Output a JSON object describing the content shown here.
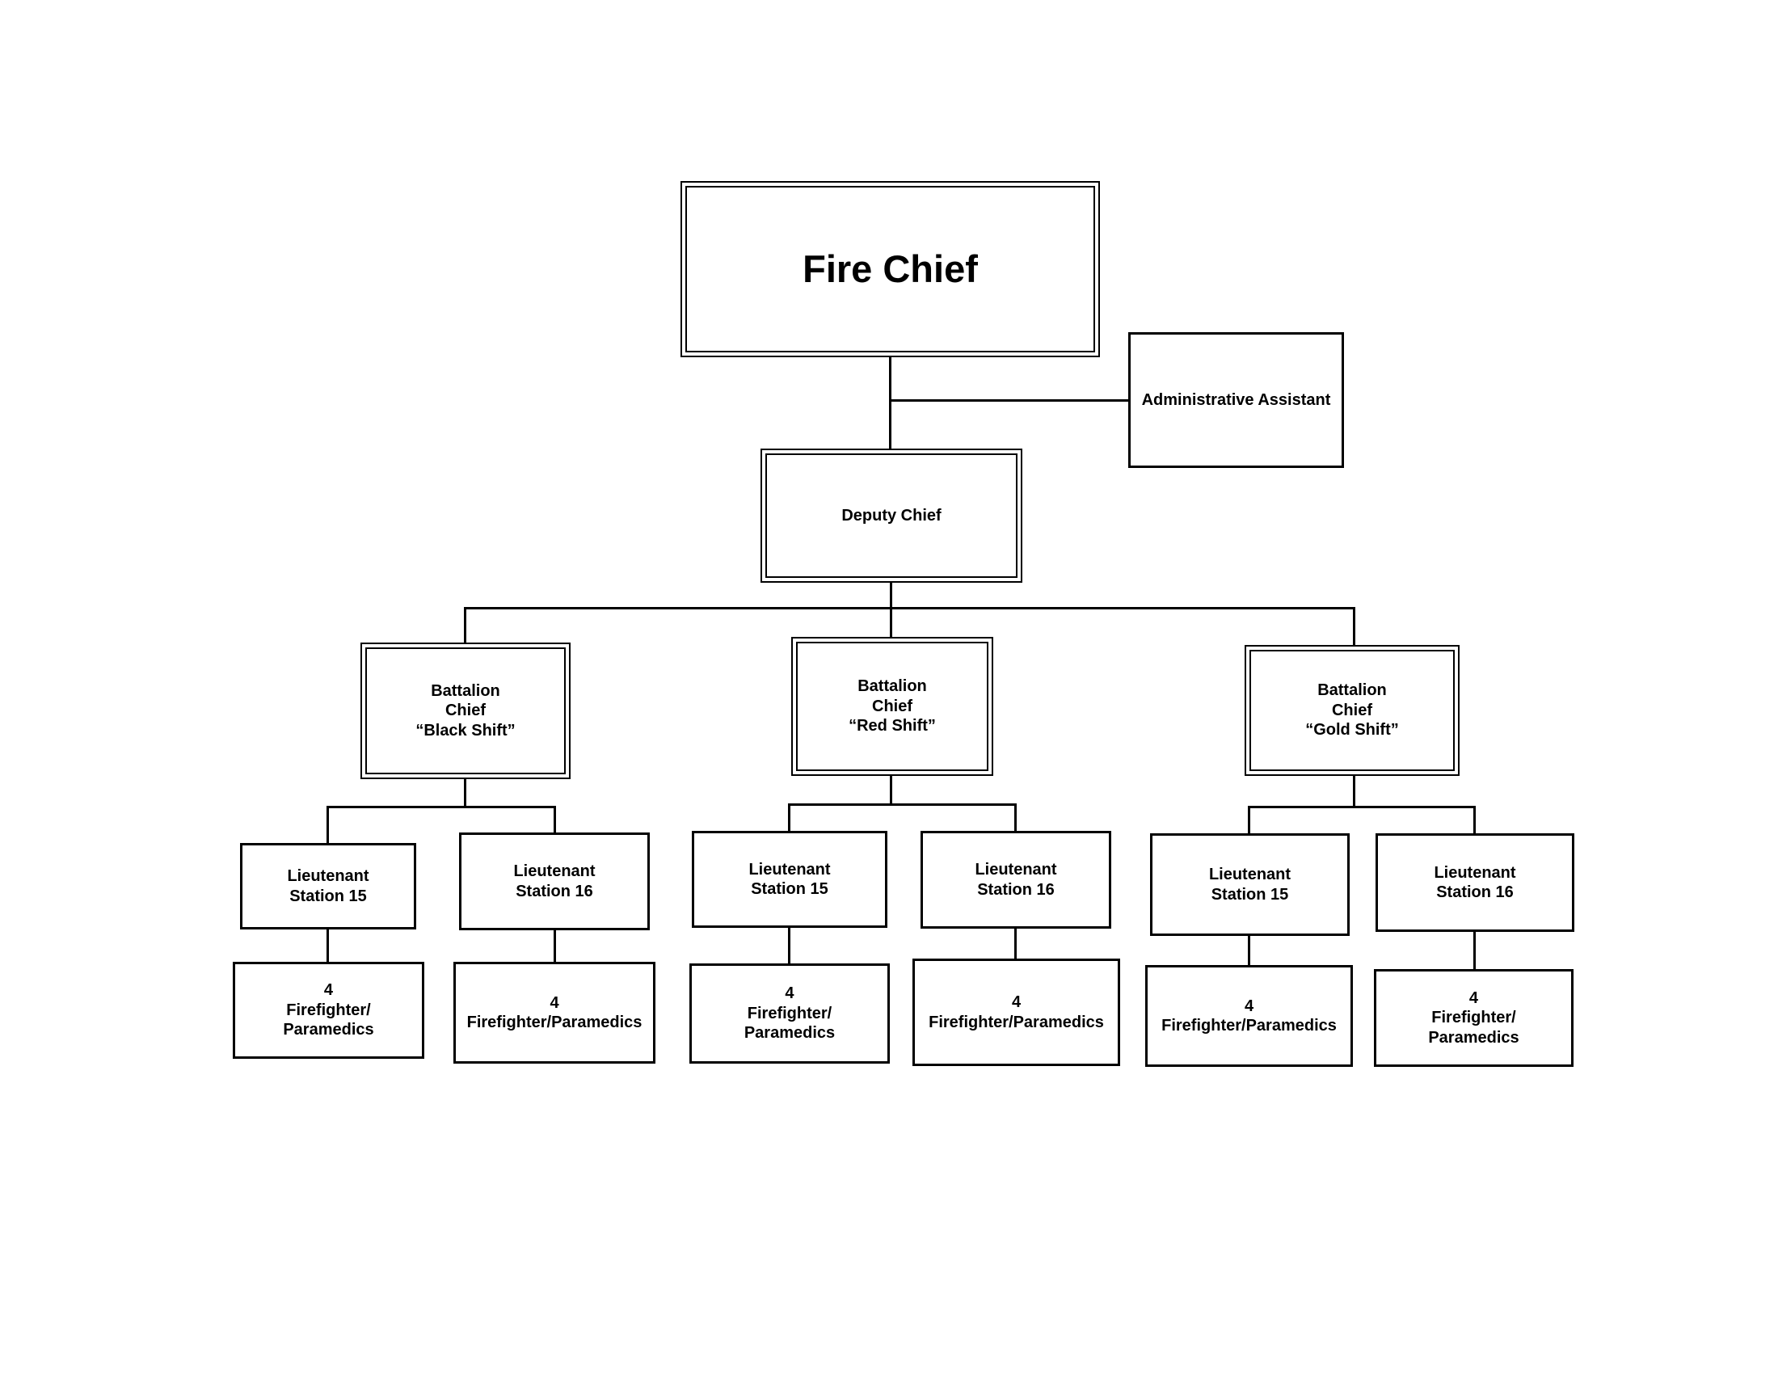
{
  "diagram": {
    "type": "org-chart",
    "colors": {
      "line": "#000000",
      "box_border": "#000000",
      "box_fill": "#ffffff",
      "text": "#000000",
      "background": "#ffffff"
    },
    "nodes": {
      "fire_chief": {
        "label": "Fire Chief"
      },
      "administrative_assistant": {
        "label": "Administrative Assistant"
      },
      "deputy_chief": {
        "label": "Deputy Chief"
      },
      "battalion_chief_black": {
        "label": "Battalion\nChief\n“Black Shift”"
      },
      "battalion_chief_red": {
        "label": "Battalion\nChief\n“Red Shift”"
      },
      "battalion_chief_gold": {
        "label": "Battalion\nChief\n“Gold Shift”"
      },
      "lt_black_station15": {
        "label": "Lieutenant\nStation 15"
      },
      "lt_black_station16": {
        "label": "Lieutenant\nStation 16"
      },
      "lt_red_station15": {
        "label": "Lieutenant\nStation 15"
      },
      "lt_red_station16": {
        "label": "Lieutenant\nStation 16"
      },
      "lt_gold_station15": {
        "label": "Lieutenant\nStation 15"
      },
      "lt_gold_station16": {
        "label": "Lieutenant\nStation 16"
      },
      "ff_black_station15": {
        "label": "4\nFirefighter/\nParamedics"
      },
      "ff_black_station16": {
        "label": "4\nFirefighter/Paramedics"
      },
      "ff_red_station15": {
        "label": "4\nFirefighter/\nParamedics"
      },
      "ff_red_station16": {
        "label": "4\nFirefighter/Paramedics"
      },
      "ff_gold_station15": {
        "label": "4\nFirefighter/Paramedics"
      },
      "ff_gold_station16": {
        "label": "4\nFirefighter/\nParamedics"
      }
    },
    "edges": [
      [
        "fire_chief",
        "administrative_assistant"
      ],
      [
        "fire_chief",
        "deputy_chief"
      ],
      [
        "deputy_chief",
        "battalion_chief_black"
      ],
      [
        "deputy_chief",
        "battalion_chief_red"
      ],
      [
        "deputy_chief",
        "battalion_chief_gold"
      ],
      [
        "battalion_chief_black",
        "lt_black_station15"
      ],
      [
        "battalion_chief_black",
        "lt_black_station16"
      ],
      [
        "battalion_chief_red",
        "lt_red_station15"
      ],
      [
        "battalion_chief_red",
        "lt_red_station16"
      ],
      [
        "battalion_chief_gold",
        "lt_gold_station15"
      ],
      [
        "battalion_chief_gold",
        "lt_gold_station16"
      ],
      [
        "lt_black_station15",
        "ff_black_station15"
      ],
      [
        "lt_black_station16",
        "ff_black_station16"
      ],
      [
        "lt_red_station15",
        "ff_red_station15"
      ],
      [
        "lt_red_station16",
        "ff_red_station16"
      ],
      [
        "lt_gold_station15",
        "ff_gold_station15"
      ],
      [
        "lt_gold_station16",
        "ff_gold_station16"
      ]
    ]
  }
}
